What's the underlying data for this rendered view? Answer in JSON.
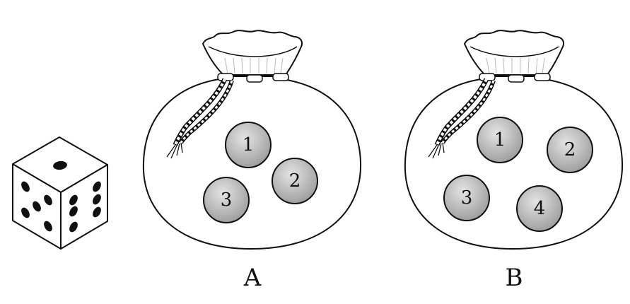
{
  "dice": {
    "top_face": 1,
    "left_face": 5,
    "right_face": 6
  },
  "bags": [
    {
      "label": "A",
      "balls": [
        "1",
        "2",
        "3"
      ]
    },
    {
      "label": "B",
      "balls": [
        "1",
        "2",
        "3",
        "4"
      ]
    }
  ],
  "colors": {
    "ball_fill_light": "#d8d8d8",
    "ball_fill_dark": "#8f8f8f",
    "outline": "#111111"
  }
}
